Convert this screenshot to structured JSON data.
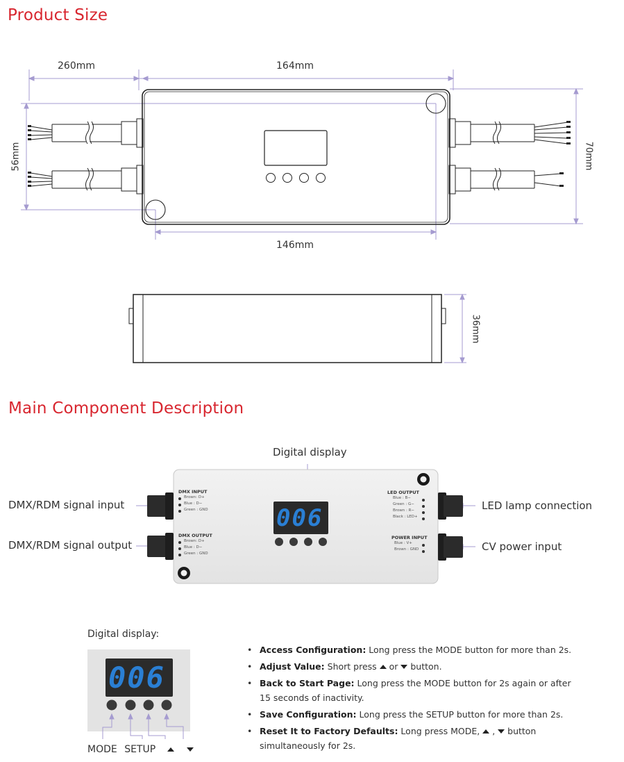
{
  "colors": {
    "title": "#d8262f",
    "dimension_line": "#a59bd0",
    "segment_display": "#2a7fd4"
  },
  "product_size": {
    "title": "Product Size",
    "dims": {
      "cable_length": "260mm",
      "case_length": "164mm",
      "hole_spacing_h": "146mm",
      "hole_spacing_v": "56mm",
      "case_width": "70mm",
      "case_height": "36mm"
    }
  },
  "main_component": {
    "title": "Main Component Description",
    "callouts": {
      "digital_display": "Digital display",
      "dmx_input": "DMX/RDM signal input",
      "dmx_output": "DMX/RDM signal output",
      "led_connection": "LED lamp connection",
      "cv_power": "CV power input"
    },
    "device": {
      "display_value": "006",
      "dmx_input": {
        "title": "DMX INPUT",
        "lines": [
          "Brown: D+",
          "Blue   : D−",
          "Green : GND"
        ]
      },
      "dmx_output": {
        "title": "DMX OUTPUT",
        "lines": [
          "Brown: D+",
          "Blue   : D−",
          "Green : GND"
        ]
      },
      "led_output": {
        "title": "LED OUTPUT",
        "lines": [
          "Blue   : B−",
          "Green : G−",
          "Brown : R−",
          "Black  : LED+"
        ]
      },
      "power_input": {
        "title": "POWER INPUT",
        "lines": [
          "Blue   : V+",
          "Brown : GND"
        ]
      }
    }
  },
  "digital_display_panel": {
    "label": "Digital display:",
    "value": "006",
    "buttons": {
      "mode": "MODE",
      "setup": "SETUP",
      "up_icon": "triangle-up-icon",
      "down_icon": "triangle-down-icon"
    }
  },
  "instructions": [
    {
      "title": "Access Configuration:",
      "text": " Long press the MODE button for more than 2s."
    },
    {
      "title": "Adjust Value:",
      "text_before": " Short press ",
      "text_mid": " or ",
      "text_after": " button."
    },
    {
      "title": "Back to Start Page:",
      "text": " Long press the MODE button for 2s again or after 15 seconds of inactivity."
    },
    {
      "title": "Save Configuration:",
      "text": " Long press the SETUP button for more than 2s."
    },
    {
      "title": "Reset It to Factory Defaults:",
      "text_before": " Long press MODE, ",
      "text_mid": " , ",
      "text_after": " button simultaneously for 2s."
    }
  ]
}
